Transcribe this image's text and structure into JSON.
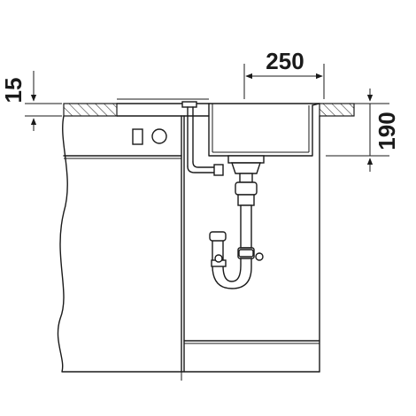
{
  "dimensions": {
    "bowl_width": "250",
    "bowl_depth": "190",
    "countertop_thickness": "15"
  },
  "colors": {
    "line": "#1a1a1a",
    "background": "#ffffff"
  },
  "icons": {
    "cabinet_controls": [
      "square-button-icon",
      "round-button-icon"
    ]
  }
}
